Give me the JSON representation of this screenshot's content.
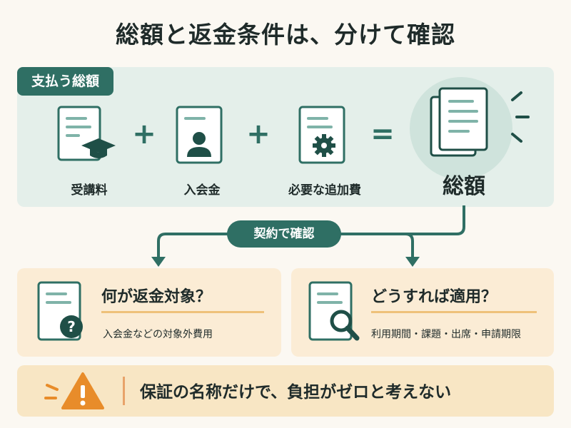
{
  "title": "総額と返金条件は、分けて確認",
  "section_label": "支払う総額",
  "items": [
    {
      "label": "受講料",
      "icon": "document-graduation-cap-icon"
    },
    {
      "label": "入会金",
      "icon": "document-person-icon"
    },
    {
      "label": "必要な追加費",
      "icon": "document-gear-icon"
    }
  ],
  "operators": [
    "+",
    "+",
    "="
  ],
  "total_label": "総額",
  "flow_label": "契約で確認",
  "cards": [
    {
      "title": "何が返金対象？",
      "text": "入会金などの対象外費用",
      "icon": "document-question-icon"
    },
    {
      "title": "どうすれば適用？",
      "text": "利用期間・課題・出席・申請期限",
      "icon": "document-magnifier-icon"
    }
  ],
  "warning": {
    "text": "保証の名称だけで、負担がゼロと考えない",
    "icon": "warning-triangle-icon"
  },
  "colors": {
    "primary": "#2f6f64",
    "panel": "#e4efea",
    "card": "#fbecd5",
    "warning": "#e88c2a"
  }
}
